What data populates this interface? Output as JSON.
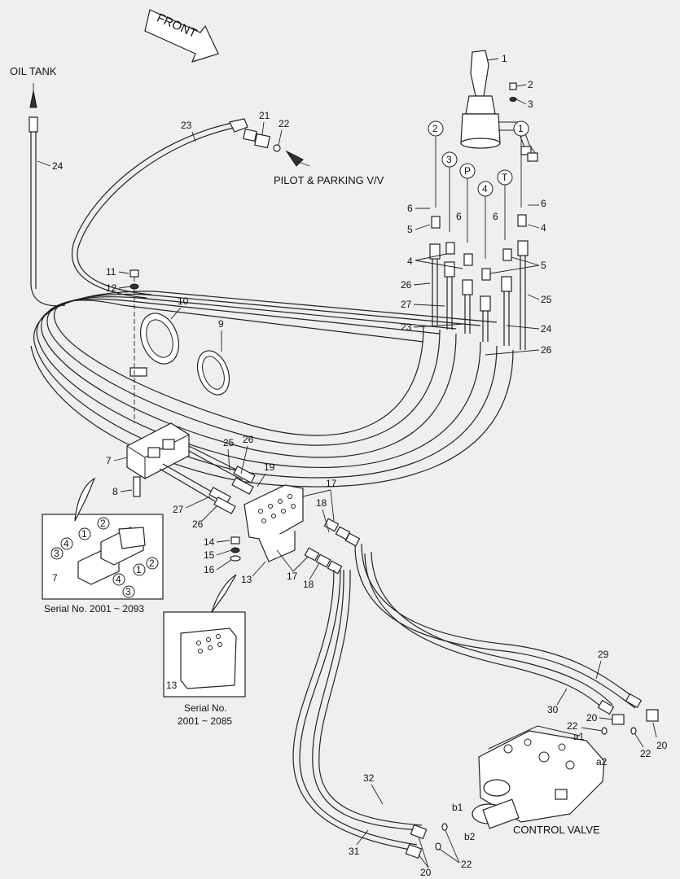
{
  "directions": {
    "front": "FRONT",
    "oil_tank": "OIL TANK",
    "pilot_parking": "PILOT  & PARKING V/V",
    "control_valve": "CONTROL VALVE"
  },
  "inset1": {
    "caption": "Serial No. 2001 ~ 2093",
    "part_no": "7"
  },
  "inset2": {
    "caption_line1": "Serial No.",
    "caption_line2": "2001 ~ 2085",
    "part_no": "13"
  },
  "labels": {
    "p1": "1",
    "p2": "2",
    "p3": "3",
    "p4": "4",
    "p5": "5",
    "p6": "6",
    "p7": "7",
    "p8": "8",
    "p9": "9",
    "p10": "10",
    "p11": "11",
    "p12": "12",
    "p13": "13",
    "p14": "14",
    "p15": "15",
    "p16": "16",
    "p17": "17",
    "p18": "18",
    "p19": "19",
    "p20": "20",
    "p21": "21",
    "p22": "22",
    "p23": "23",
    "p24": "24",
    "p25": "25",
    "p26": "26",
    "p27": "27",
    "p29": "29",
    "p30": "30",
    "p31": "31",
    "p32": "32"
  },
  "ports": {
    "c1": "1",
    "c2": "2",
    "c3": "3",
    "c4": "4",
    "cP": "P",
    "cT": "T",
    "a1": "a1",
    "a2": "a2",
    "b1": "b1",
    "b2": "b2"
  }
}
